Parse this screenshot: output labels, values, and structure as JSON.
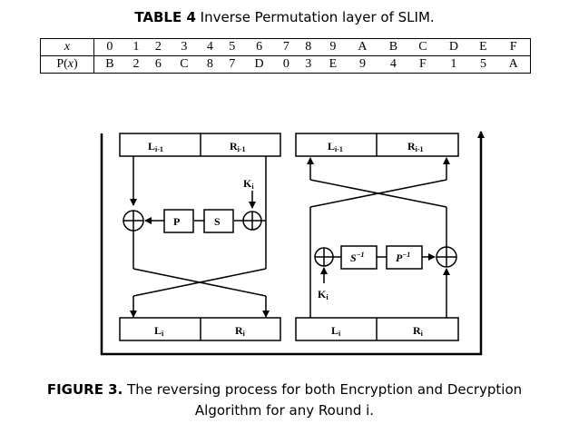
{
  "table_caption": {
    "label": "TABLE 4",
    "text": "Inverse Permutation layer of SLIM."
  },
  "table": {
    "row_x_header": "x",
    "row_p_header_pre": "P(",
    "row_p_header_var": "x",
    "row_p_header_post": ")",
    "x": [
      "0",
      "1",
      "2",
      "3",
      "4",
      "5",
      "6",
      "7",
      "8",
      "9",
      "A",
      "B",
      "C",
      "D",
      "E",
      "F"
    ],
    "px": [
      "B",
      "2",
      "6",
      "C",
      "8",
      "7",
      "D",
      "0",
      "3",
      "E",
      "9",
      "4",
      "F",
      "1",
      "5",
      "A"
    ]
  },
  "diagram": {
    "left": {
      "top_l": "L",
      "top_l_sub": "i-1",
      "top_r": "R",
      "top_r_sub": "i-1",
      "key": "K",
      "key_sub": "i",
      "box_p": "P",
      "box_s": "S",
      "bot_l": "L",
      "bot_l_sub": "i",
      "bot_r": "R",
      "bot_r_sub": "i"
    },
    "right": {
      "top_l": "L",
      "top_l_sub": "i-1",
      "top_r": "R",
      "top_r_sub": "i-1",
      "key": "K",
      "key_sub": "i",
      "box_sinv": "S",
      "box_sinv_sup": "−1",
      "box_pinv": "P",
      "box_pinv_sup": "−1",
      "bot_l": "L",
      "bot_l_sub": "i",
      "bot_r": "R",
      "bot_r_sub": "i"
    }
  },
  "figure_caption": {
    "label": "FIGURE 3.",
    "line1": "The reversing process for both Encryption and Decryption",
    "line2": "Algorithm for any Round i."
  }
}
